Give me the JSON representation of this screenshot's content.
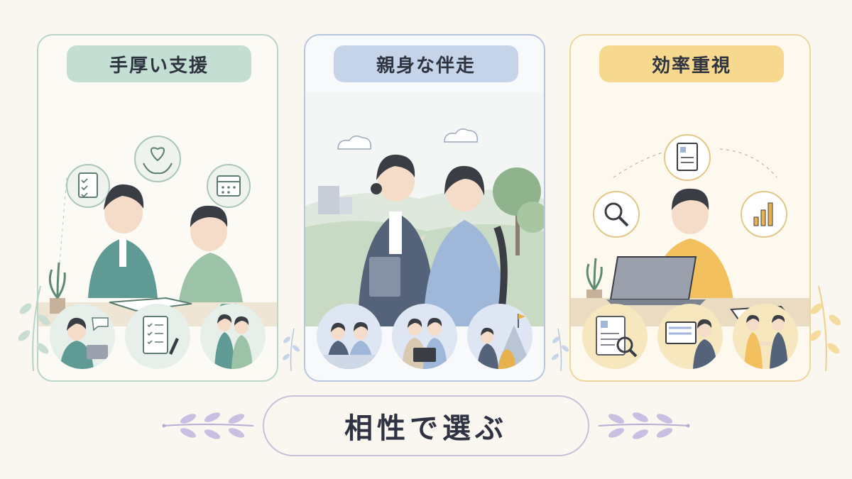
{
  "cards": [
    {
      "title": "手厚い支援",
      "theme": "#c4ded3",
      "icons": [
        "checklist-icon",
        "heart-hands-icon",
        "calendar-icon"
      ]
    },
    {
      "title": "親身な伴走",
      "theme": "#c6d4ea",
      "icons": [
        "cloud-icon",
        "tree-icon"
      ]
    },
    {
      "title": "効率重視",
      "theme": "#f6d98e",
      "icons": [
        "document-icon",
        "magnifier-icon",
        "bar-chart-icon"
      ]
    }
  ],
  "footer": {
    "label": "相性で選ぶ"
  },
  "colors": {
    "background": "#faf7f1",
    "green": "#b8d5c8",
    "blue": "#b7c6de",
    "yellow": "#efd59b",
    "lavender": "#c7bfdc"
  }
}
